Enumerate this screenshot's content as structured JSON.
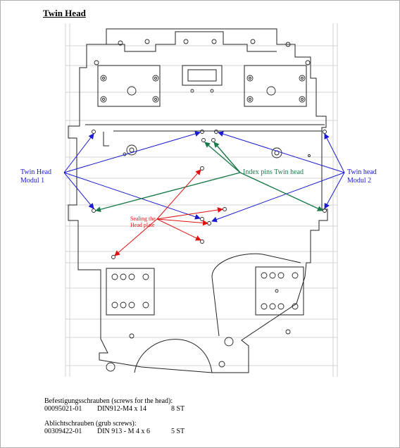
{
  "document": {
    "title": "Twin Head"
  },
  "annotations": {
    "left": {
      "line1": "Twin Head",
      "line2": "Modul 1",
      "color": "#1a1ad0"
    },
    "right": {
      "line1": "Twin head",
      "line2": "Modul 2",
      "color": "#1a1ad0"
    },
    "index_pins": {
      "text": "Index pins Twin head",
      "color": "#1a7a4a"
    },
    "sealing": {
      "line1": "Sealing the",
      "line2": "Head plate",
      "color": "#e01010"
    }
  },
  "parts": {
    "screws": {
      "heading": "Befestigungsschrauben (screws for the head):",
      "number": "00095021-01",
      "spec": "DIN912-M4 x 14",
      "qty": "8 ST"
    },
    "grub": {
      "heading": "Ablichtschrauben (grub screws):",
      "number": "00309422-01",
      "spec": "DIN 913 - M 4 x 6",
      "qty": "5 ST"
    }
  }
}
